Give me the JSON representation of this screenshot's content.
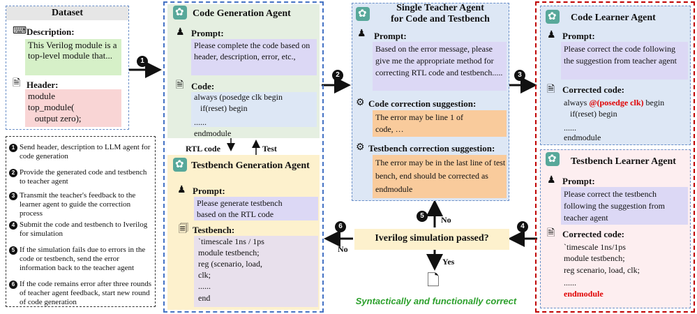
{
  "dataset": {
    "title": "Dataset",
    "description_label": "Description:",
    "description_text": "This Verilog module is a top-level module that...",
    "header_label": "Header:",
    "header_lines": [
      "module",
      "top_module(",
      "   output zero);"
    ]
  },
  "steps": [
    {
      "num": "1",
      "text": "Send header, description to LLM agent for code generation"
    },
    {
      "num": "2",
      "text": "Provide the generated code and testbench to teacher agent"
    },
    {
      "num": "3",
      "text": "Transmit the teacher's feedback to the learner agent to guide the correction process"
    },
    {
      "num": "4",
      "text": "Submit the code and testbench to Iverilog for simulation"
    },
    {
      "num": "5",
      "text": "If the simulation fails due to errors in the code or testbench, send the error information back to the teacher agent"
    },
    {
      "num": "6",
      "text": "If the code remains error after three rounds of teacher agent feedback, start new round of code generation"
    }
  ],
  "code_gen": {
    "title": "Code Generation Agent",
    "prompt_label": "Prompt:",
    "prompt_text": "Please complete the code based on header, description, error, etc.,",
    "code_label": "Code:",
    "code_lines": [
      "always (posedge clk begin",
      "   if(reset) begin",
      "......",
      "endmodule"
    ]
  },
  "flow_labels": {
    "rtl_code": "RTL code",
    "test": "Test",
    "no": "No",
    "yes": "Yes"
  },
  "tb_gen": {
    "title": "Testbench Generation Agent",
    "prompt_label": "Prompt:",
    "prompt_text": "Please generate testbench based on the RTL code",
    "tb_label": "Testbench:",
    "tb_lines": [
      "`timescale 1ns / 1ps",
      "module testbench;",
      "reg (scenario, load,",
      "clk;",
      "......",
      "end"
    ]
  },
  "teacher": {
    "title_line1": "Single Teacher Agent",
    "title_line2": "for Code and Testbench",
    "prompt_label": "Prompt:",
    "prompt_text": "Based on the error message, please give me the appropriate method for correcting RTL code and testbench.....",
    "code_sugg_label": "Code correction suggestion:",
    "code_sugg_text": "The error may be line 1 of code, …",
    "tb_sugg_label": "Testbench correction suggestion:",
    "tb_sugg_text": "The error may be in the last line of test bench, end should be corrected as endmodule"
  },
  "iverilog": {
    "question": "Iverilog simulation passed?",
    "result": "Syntactically and functionally correct"
  },
  "code_learner": {
    "title": "Code Learner Agent",
    "prompt_label": "Prompt:",
    "prompt_text": "Please correct the code following the suggestion from teacher agent",
    "corrected_label": "Corrected code:",
    "line1_pre": "always ",
    "line1_red": "@(posedge clk)",
    "line1_post": " begin",
    "other_lines": [
      "   if(reset) begin",
      "......",
      "endmodule"
    ]
  },
  "tb_learner": {
    "title": "Testbench Learner Agent",
    "prompt_label": "Prompt:",
    "prompt_text": "Please correct the testbench following the suggestion from teacher agent",
    "corrected_label": "Corrected code:",
    "lines": [
      "`timescale 1ns/1ps",
      "module testbench;",
      "reg scenario, load, clk;",
      "......"
    ],
    "last_red": "endmodule"
  },
  "flow_nums": [
    "1",
    "2",
    "3",
    "4",
    "5",
    "6"
  ],
  "colors": {
    "blue_dash": "#4472c4",
    "red_dash": "#c00000",
    "green_panel": "#e5efe1",
    "yellow_panel": "#fdf1cd",
    "blue_panel": "#dde7f5",
    "lavender_fill": "#dcd8f5",
    "orange_fill": "#f9cb9c",
    "green_fill": "#d6f0c8",
    "pink_fill": "#f9d5d5",
    "green_text": "#2ca02c",
    "red_text": "#e00000"
  }
}
